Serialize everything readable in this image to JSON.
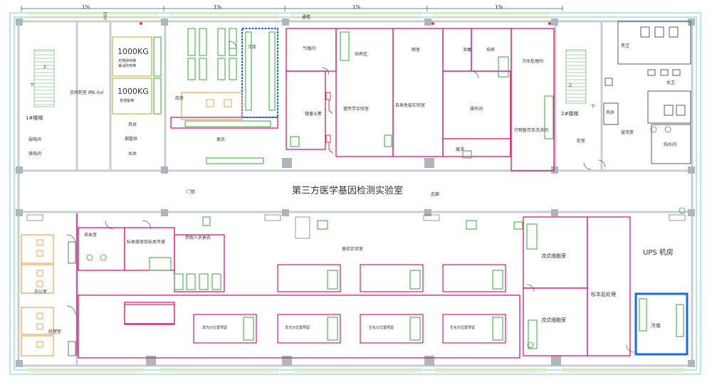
{
  "title": "第三方医学基因检测实验室",
  "corridor_label": "走廊",
  "dim_labels": {
    "d1": "1%",
    "d2": "1%",
    "d3": "1%",
    "d4": "1%",
    "d5": "400"
  },
  "upper_rooms": {
    "r_tjj": "通楼",
    "r_ll": "冷库",
    "r_qp": "气瓶间",
    "r_jxq": "培养区",
    "r_an": "暗室",
    "r_xx": "消毒",
    "r_pz": "培养",
    "r_wsc": "污水处理间",
    "r_nans": "男卫",
    "r_nvs": "女卫",
    "r_ckt": "库房",
    "r_gy": "更衣",
    "r_wsw": "微量元素",
    "r_yc": "遗传学实验室",
    "r_zsmy": "自身免疫实验室",
    "r_czj": "操作间",
    "r_hc": "缓冲",
    "r_fwzc": "行物暂存及洗消间",
    "r_qs": "前室",
    "r_ft": "风井",
    "r_dx": "盥洗室",
    "r_csj": "纯水间",
    "r_stair1": "1#楼梯",
    "r_stair2": "2#楼梯",
    "r_liftroom": "合同前室\n阀6.0㎡",
    "r_rdj": "弱电间",
    "r_qdj": "强电间",
    "r_fj": "风井",
    "r_xgj": "烟管井",
    "r_sj": "水井",
    "r_up1": "上",
    "r_down1": "下",
    "r_up2": "上",
    "r_down2": "下"
  },
  "elevators": [
    {
      "load": "1000KG",
      "line1": "无障碍电梯",
      "line2": "兼消防电梯"
    },
    {
      "load": "1000KG",
      "line1": "普通客梯",
      "line2": ""
    }
  ],
  "lower_rooms": {
    "r_cx": "采血室",
    "r_bbjs": "标本接收及标本传递",
    "r_cgry": "参观人员更衣",
    "r_pjs": "普检实验室",
    "r_bgs": "办公室",
    "r_jls": "经理室",
    "r_lsxb1": "流式细胞室",
    "r_lsxb2": "流式细胞室",
    "r_bbhcl": "标本后处理",
    "r_ups": "UPS 机房",
    "r_lk": "冷库",
    "r_mj": "门禁"
  },
  "benches": [
    "发光仪位置预留",
    "发光仪位置预留",
    "生化仪位置预留",
    "生化仪位置预留"
  ],
  "colors": {
    "wall": "#c8cdd2",
    "column": "#aeb6bd",
    "outer": "#8fd8e6",
    "partition": "#e0007a",
    "equip": "#2fae2f",
    "door": "#555555",
    "accent": "#1565ff",
    "red": "#e53935"
  }
}
